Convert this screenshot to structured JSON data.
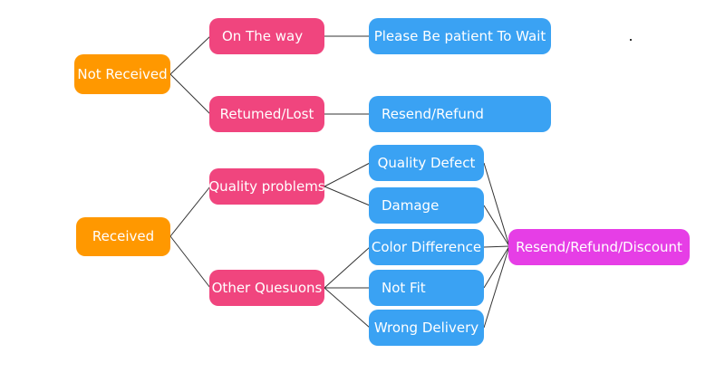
{
  "nodes": {
    "not_received": "Not Received",
    "received": "Received",
    "on_the_way": "On The way",
    "returned_lost": "Retumed/Lost",
    "quality_problems": "Quality problems",
    "other_questions": "Other Quesuons",
    "please_wait": "Please Be patient To Wait",
    "resend_refund": "Resend/Refund",
    "quality_defect": "Quality Defect",
    "damage": "Damage",
    "color_difference": "Color Difference",
    "not_fit": "Not Fit",
    "wrong_delivery": "Wrong Delivery",
    "resend_refund_discount": "Resend/Refund/Discount"
  },
  "colors": {
    "root": "#ff9800",
    "category": "#f0457e",
    "outcome": "#3aa2f3",
    "final": "#e63ee6",
    "connector": "#333333"
  }
}
